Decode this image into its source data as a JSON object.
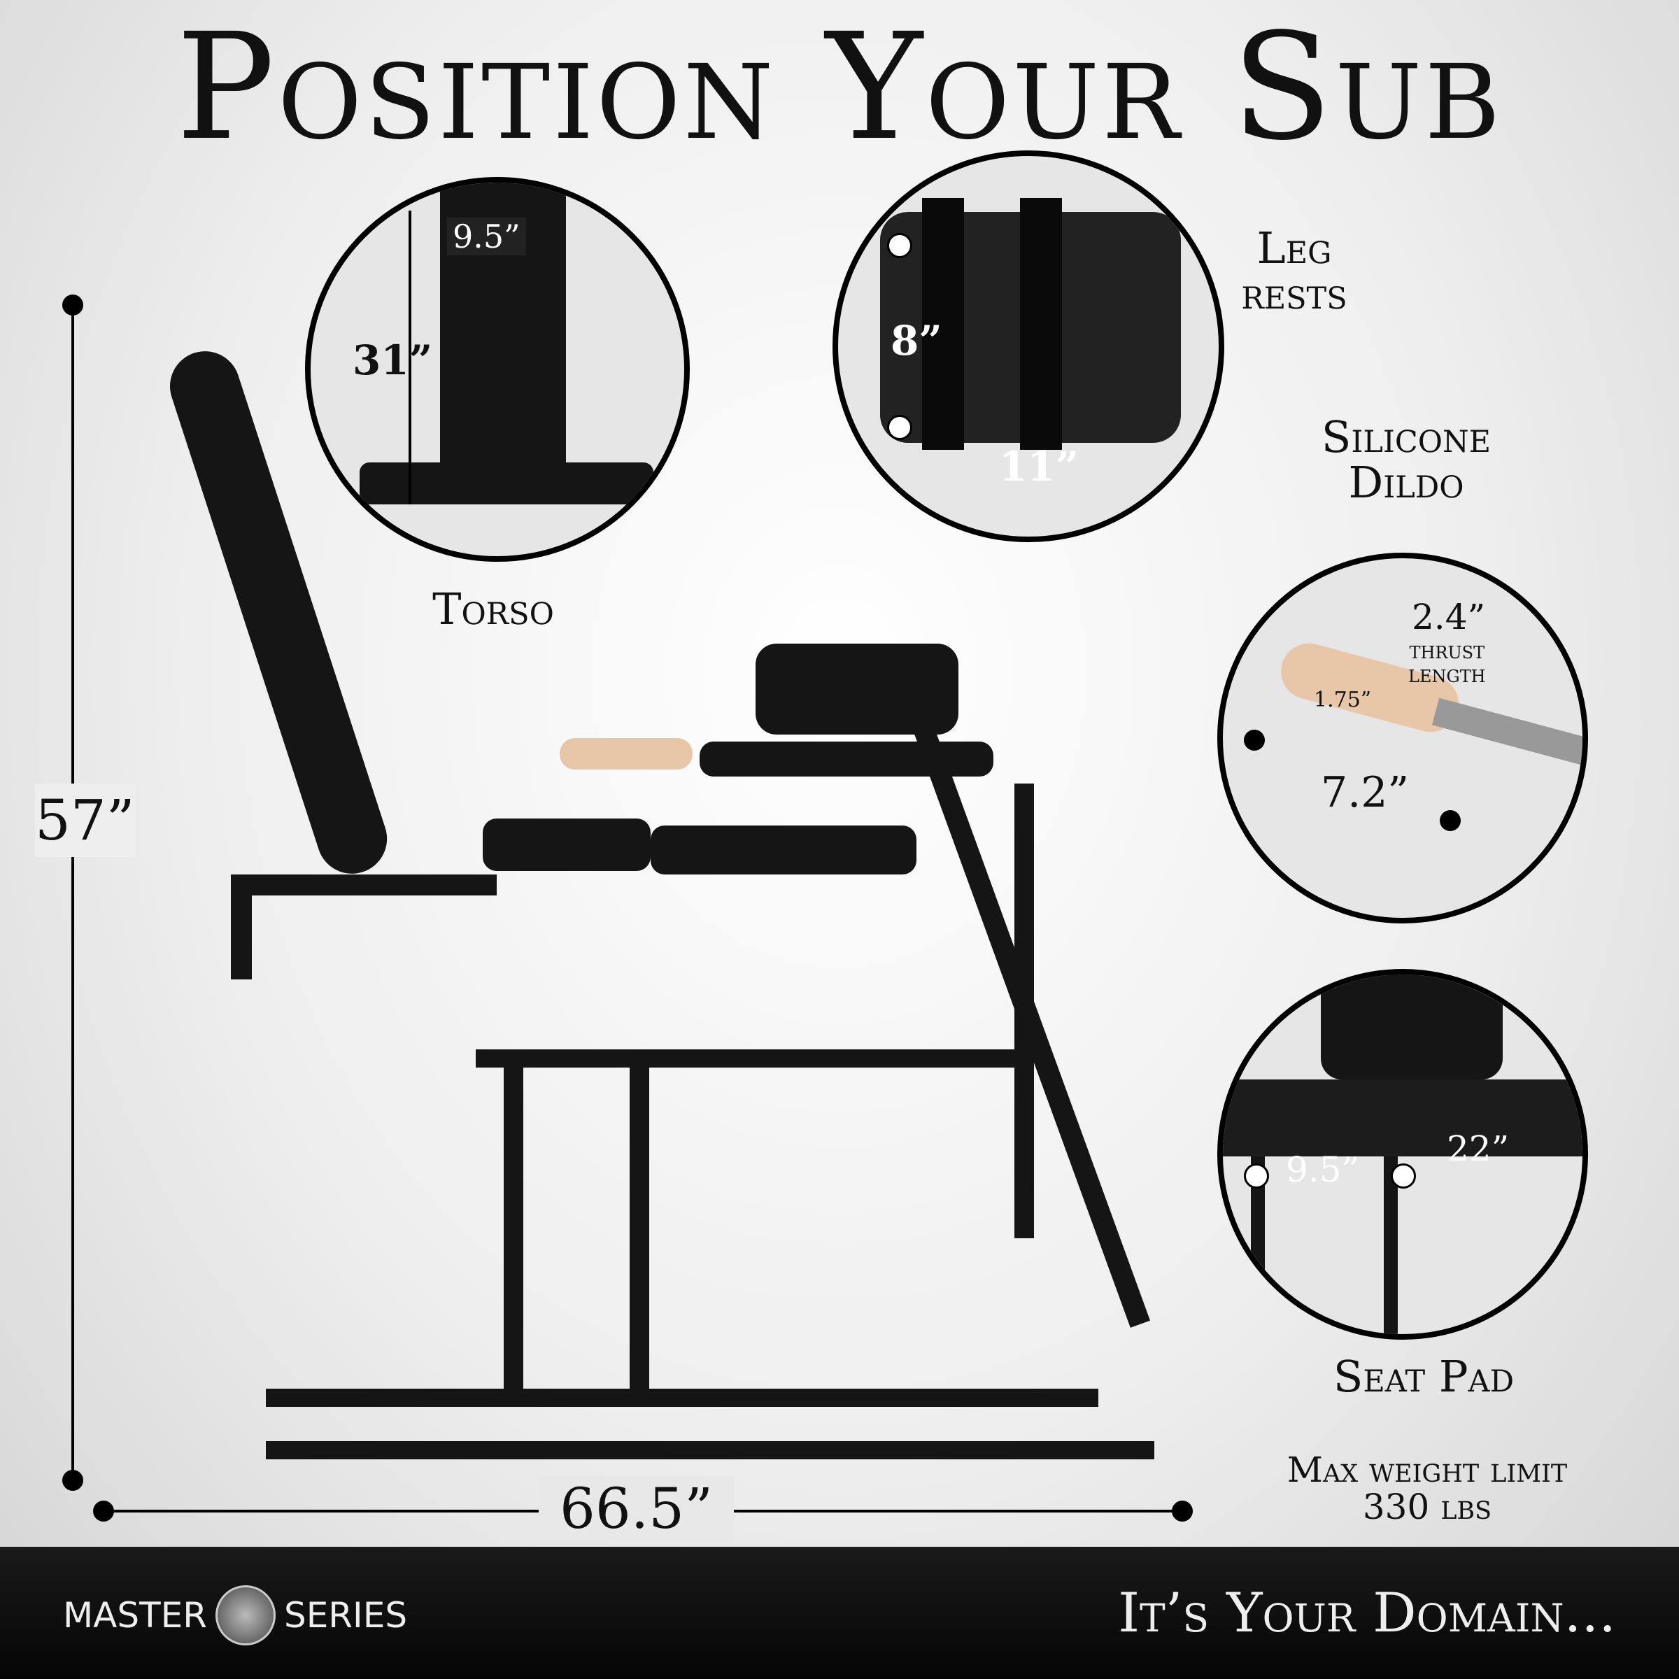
{
  "title": "Position Your Sub",
  "callouts": {
    "torso": {
      "label": "Torso",
      "width": "9.5”",
      "height": "31”"
    },
    "leg_rests": {
      "label_line1": "Leg",
      "label_line2": "rests",
      "height": "8”",
      "width": "11”"
    },
    "dildo": {
      "label_line1": "Silicone",
      "label_line2": "Dildo",
      "thrust": "2.4”",
      "thrust_line1": "thrust",
      "thrust_line2": "length",
      "diameter": "1.75”",
      "length": "7.2”"
    },
    "seat_pad": {
      "label": "Seat Pad",
      "width": "9.5”",
      "length": "22”"
    }
  },
  "overall": {
    "height": "57”",
    "length": "66.5”"
  },
  "max_weight": {
    "line1": "Max weight limit",
    "line2": "330 lbs"
  },
  "footer": {
    "brand_left": "MASTER",
    "brand_right": "SERIES",
    "tagline": "It’s Your Domain..."
  }
}
